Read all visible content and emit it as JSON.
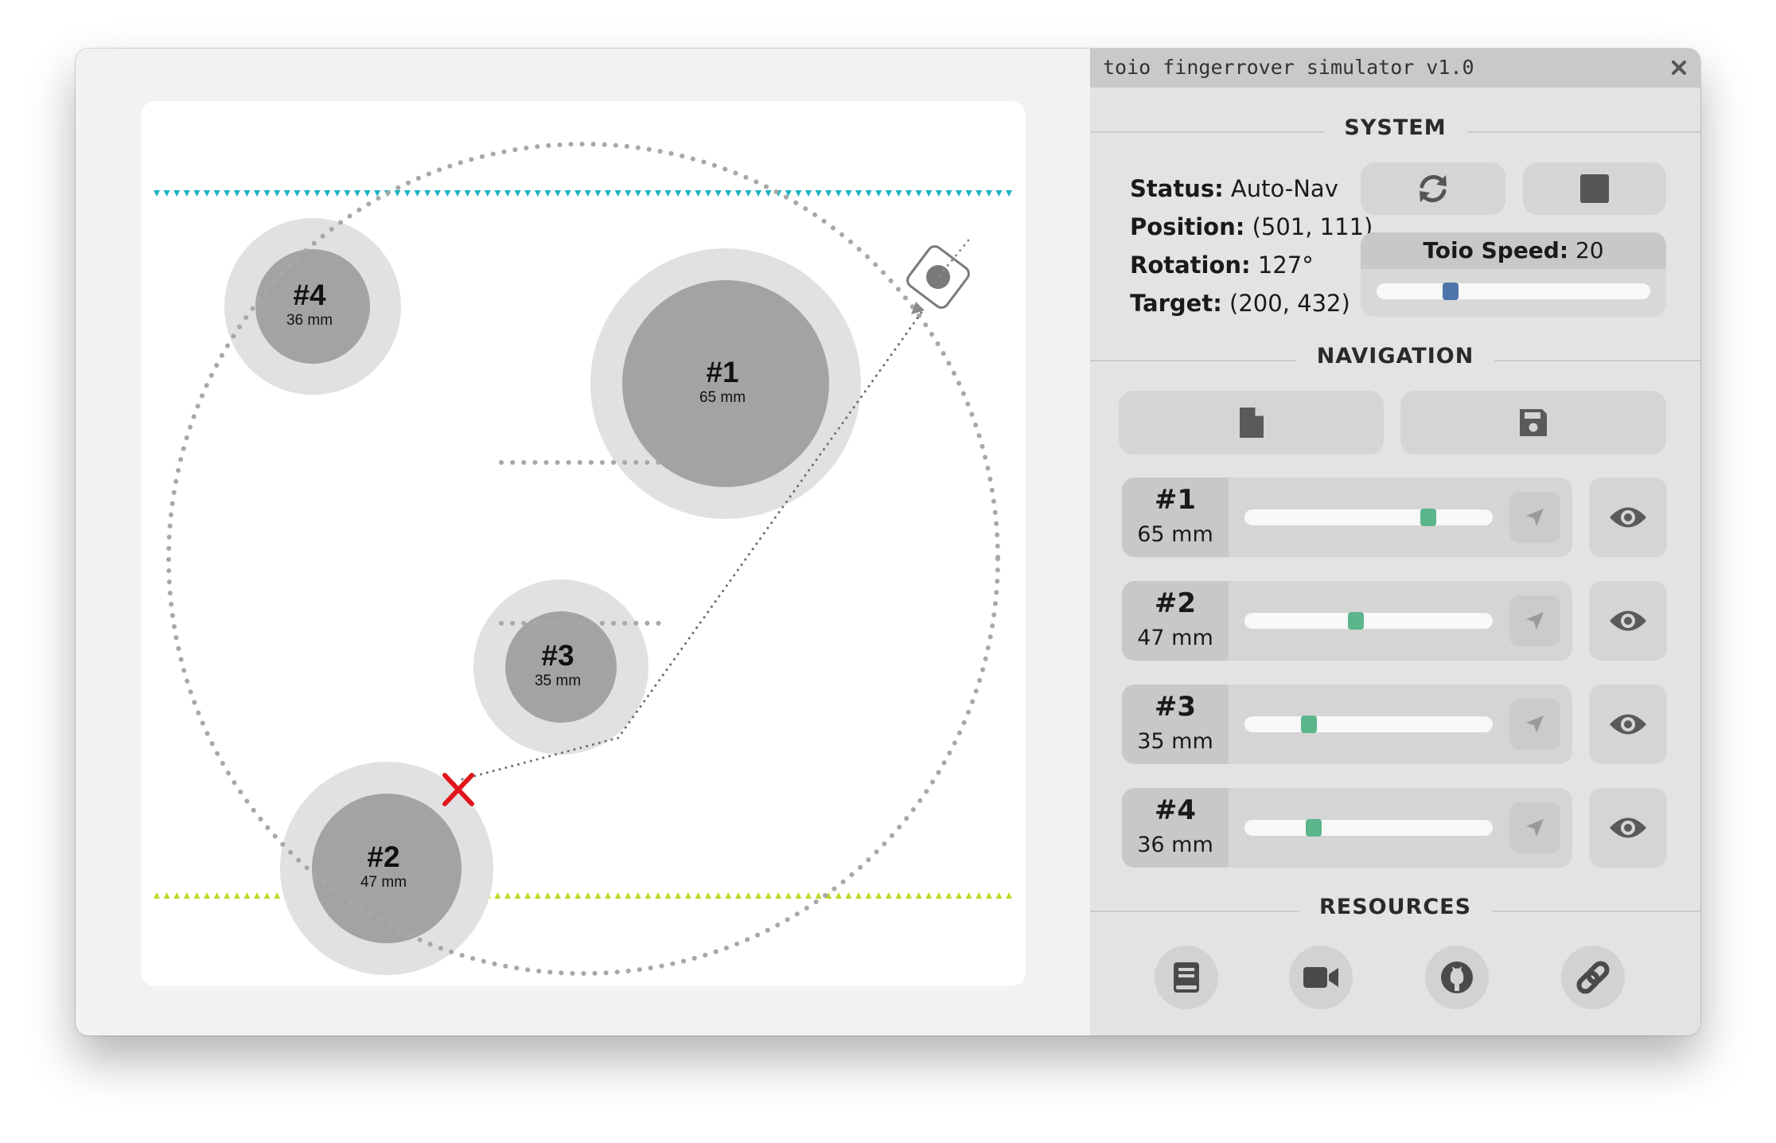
{
  "window": {
    "title": "toio fingerrover simulator v1.0",
    "close_icon": "close-icon"
  },
  "system": {
    "heading": "SYSTEM",
    "status_label": "Status:",
    "status_value": "Auto-Nav",
    "position_label": "Position:",
    "position_value": "(501, 111)",
    "rotation_label": "Rotation:",
    "rotation_value": "127°",
    "target_label": "Target:",
    "target_value": "(200, 432)",
    "refresh_icon": "refresh-icon",
    "stop_icon": "stop-icon",
    "speed_label": "Toio Speed:",
    "speed_value": "20",
    "speed_fraction": 0.27
  },
  "navigation": {
    "heading": "NAVIGATION",
    "new_file_icon": "file-icon",
    "save_icon": "save-icon",
    "obstacles": [
      {
        "number": "#1",
        "size": "65 mm",
        "slider_fraction": 0.74
      },
      {
        "number": "#2",
        "size": "47 mm",
        "slider_fraction": 0.45
      },
      {
        "number": "#3",
        "size": "35 mm",
        "slider_fraction": 0.26
      },
      {
        "number": "#4",
        "size": "36 mm",
        "slider_fraction": 0.28
      }
    ]
  },
  "resources": {
    "heading": "RESOURCES",
    "items": [
      "book-icon",
      "video-icon",
      "github-icon",
      "link-icon"
    ]
  },
  "canvas": {
    "obstacles": [
      {
        "number": "#1",
        "size": "65 mm"
      },
      {
        "number": "#2",
        "size": "47 mm"
      },
      {
        "number": "#3",
        "size": "35 mm"
      },
      {
        "number": "#4",
        "size": "36 mm"
      }
    ],
    "colors": {
      "top_boundary": "#1ab3c4",
      "bottom_boundary": "#c4d62a",
      "target_marker": "#e0161c",
      "speed_thumb": "#4e75a8",
      "obstacle_thumb": "#5bb58b"
    }
  }
}
